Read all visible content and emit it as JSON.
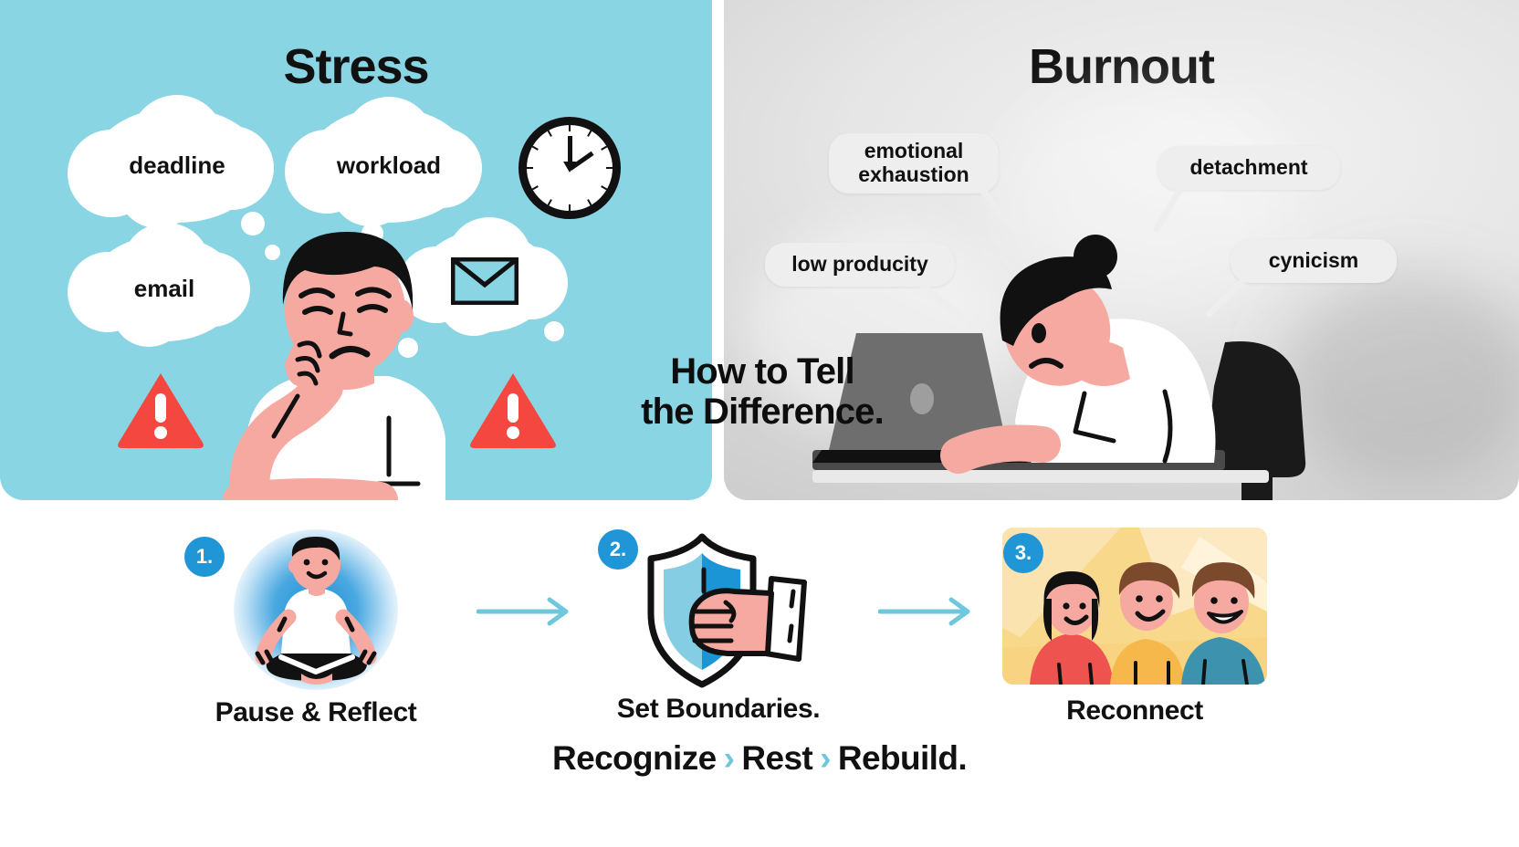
{
  "panels": {
    "stress": {
      "title": "Stress",
      "bg_color": "#8ad5e3",
      "thoughts": [
        "deadline",
        "workload",
        "email"
      ],
      "icons": [
        "clock-icon",
        "envelope-icon",
        "warning-triangle-icon",
        "warning-triangle-icon"
      ],
      "figure": "stressed-person-illustration"
    },
    "burnout": {
      "title": "Burnout",
      "bg_color": "#e2e2e2",
      "labels": [
        "emotional exhaustion",
        "detachment",
        "low producity",
        "cynicism"
      ],
      "figure": "exhausted-person-at-laptop-illustration"
    }
  },
  "headline": {
    "line1": "How to Tell",
    "line2": "the Difference."
  },
  "steps": [
    {
      "number": "1.",
      "label": "Pause & Reflect",
      "art": "meditating-person-icon"
    },
    {
      "number": "2.",
      "label": "Set Boundaries.",
      "art": "shield-hand-icon"
    },
    {
      "number": "3.",
      "label": "Reconnect",
      "art": "three-friends-icon"
    }
  ],
  "arrows": [
    "arrow-right-icon",
    "arrow-right-icon"
  ],
  "tagline": {
    "word1": "Recognize",
    "sep1": "›",
    "word2": "Rest",
    "sep2": "›",
    "word3": "Rebuild."
  },
  "colors": {
    "accent_blue": "#2196d6",
    "light_blue": "#6fc7dd",
    "panel_blue": "#8ad5e3",
    "alert_red": "#f4473f",
    "skin": "#f6a9a0",
    "ink": "#111111"
  }
}
